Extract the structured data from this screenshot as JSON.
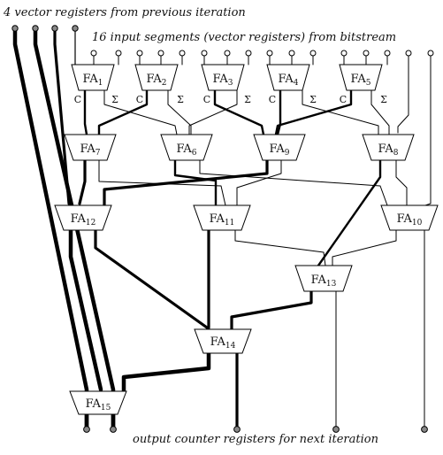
{
  "diagram": {
    "top_label": "4 vector registers from previous iteration",
    "input_label": "16 input segments (vector registers) from bitstream",
    "bottom_label": "output counter registers for next iteration",
    "carry_symbol": "C",
    "sum_symbol": "Σ",
    "adder_prefix": "FA",
    "adders": [
      {
        "id": "1",
        "label": "FA",
        "sub": "1"
      },
      {
        "id": "2",
        "label": "FA",
        "sub": "2"
      },
      {
        "id": "3",
        "label": "FA",
        "sub": "3"
      },
      {
        "id": "4",
        "label": "FA",
        "sub": "4"
      },
      {
        "id": "5",
        "label": "FA",
        "sub": "5"
      },
      {
        "id": "6",
        "label": "FA",
        "sub": "6"
      },
      {
        "id": "7",
        "label": "FA",
        "sub": "7"
      },
      {
        "id": "8",
        "label": "FA",
        "sub": "8"
      },
      {
        "id": "9",
        "label": "FA",
        "sub": "9"
      },
      {
        "id": "10",
        "label": "FA",
        "sub": "10"
      },
      {
        "id": "11",
        "label": "FA",
        "sub": "11"
      },
      {
        "id": "12",
        "label": "FA",
        "sub": "12"
      },
      {
        "id": "13",
        "label": "FA",
        "sub": "13"
      },
      {
        "id": "14",
        "label": "FA",
        "sub": "14"
      },
      {
        "id": "15",
        "label": "FA",
        "sub": "15"
      }
    ]
  }
}
